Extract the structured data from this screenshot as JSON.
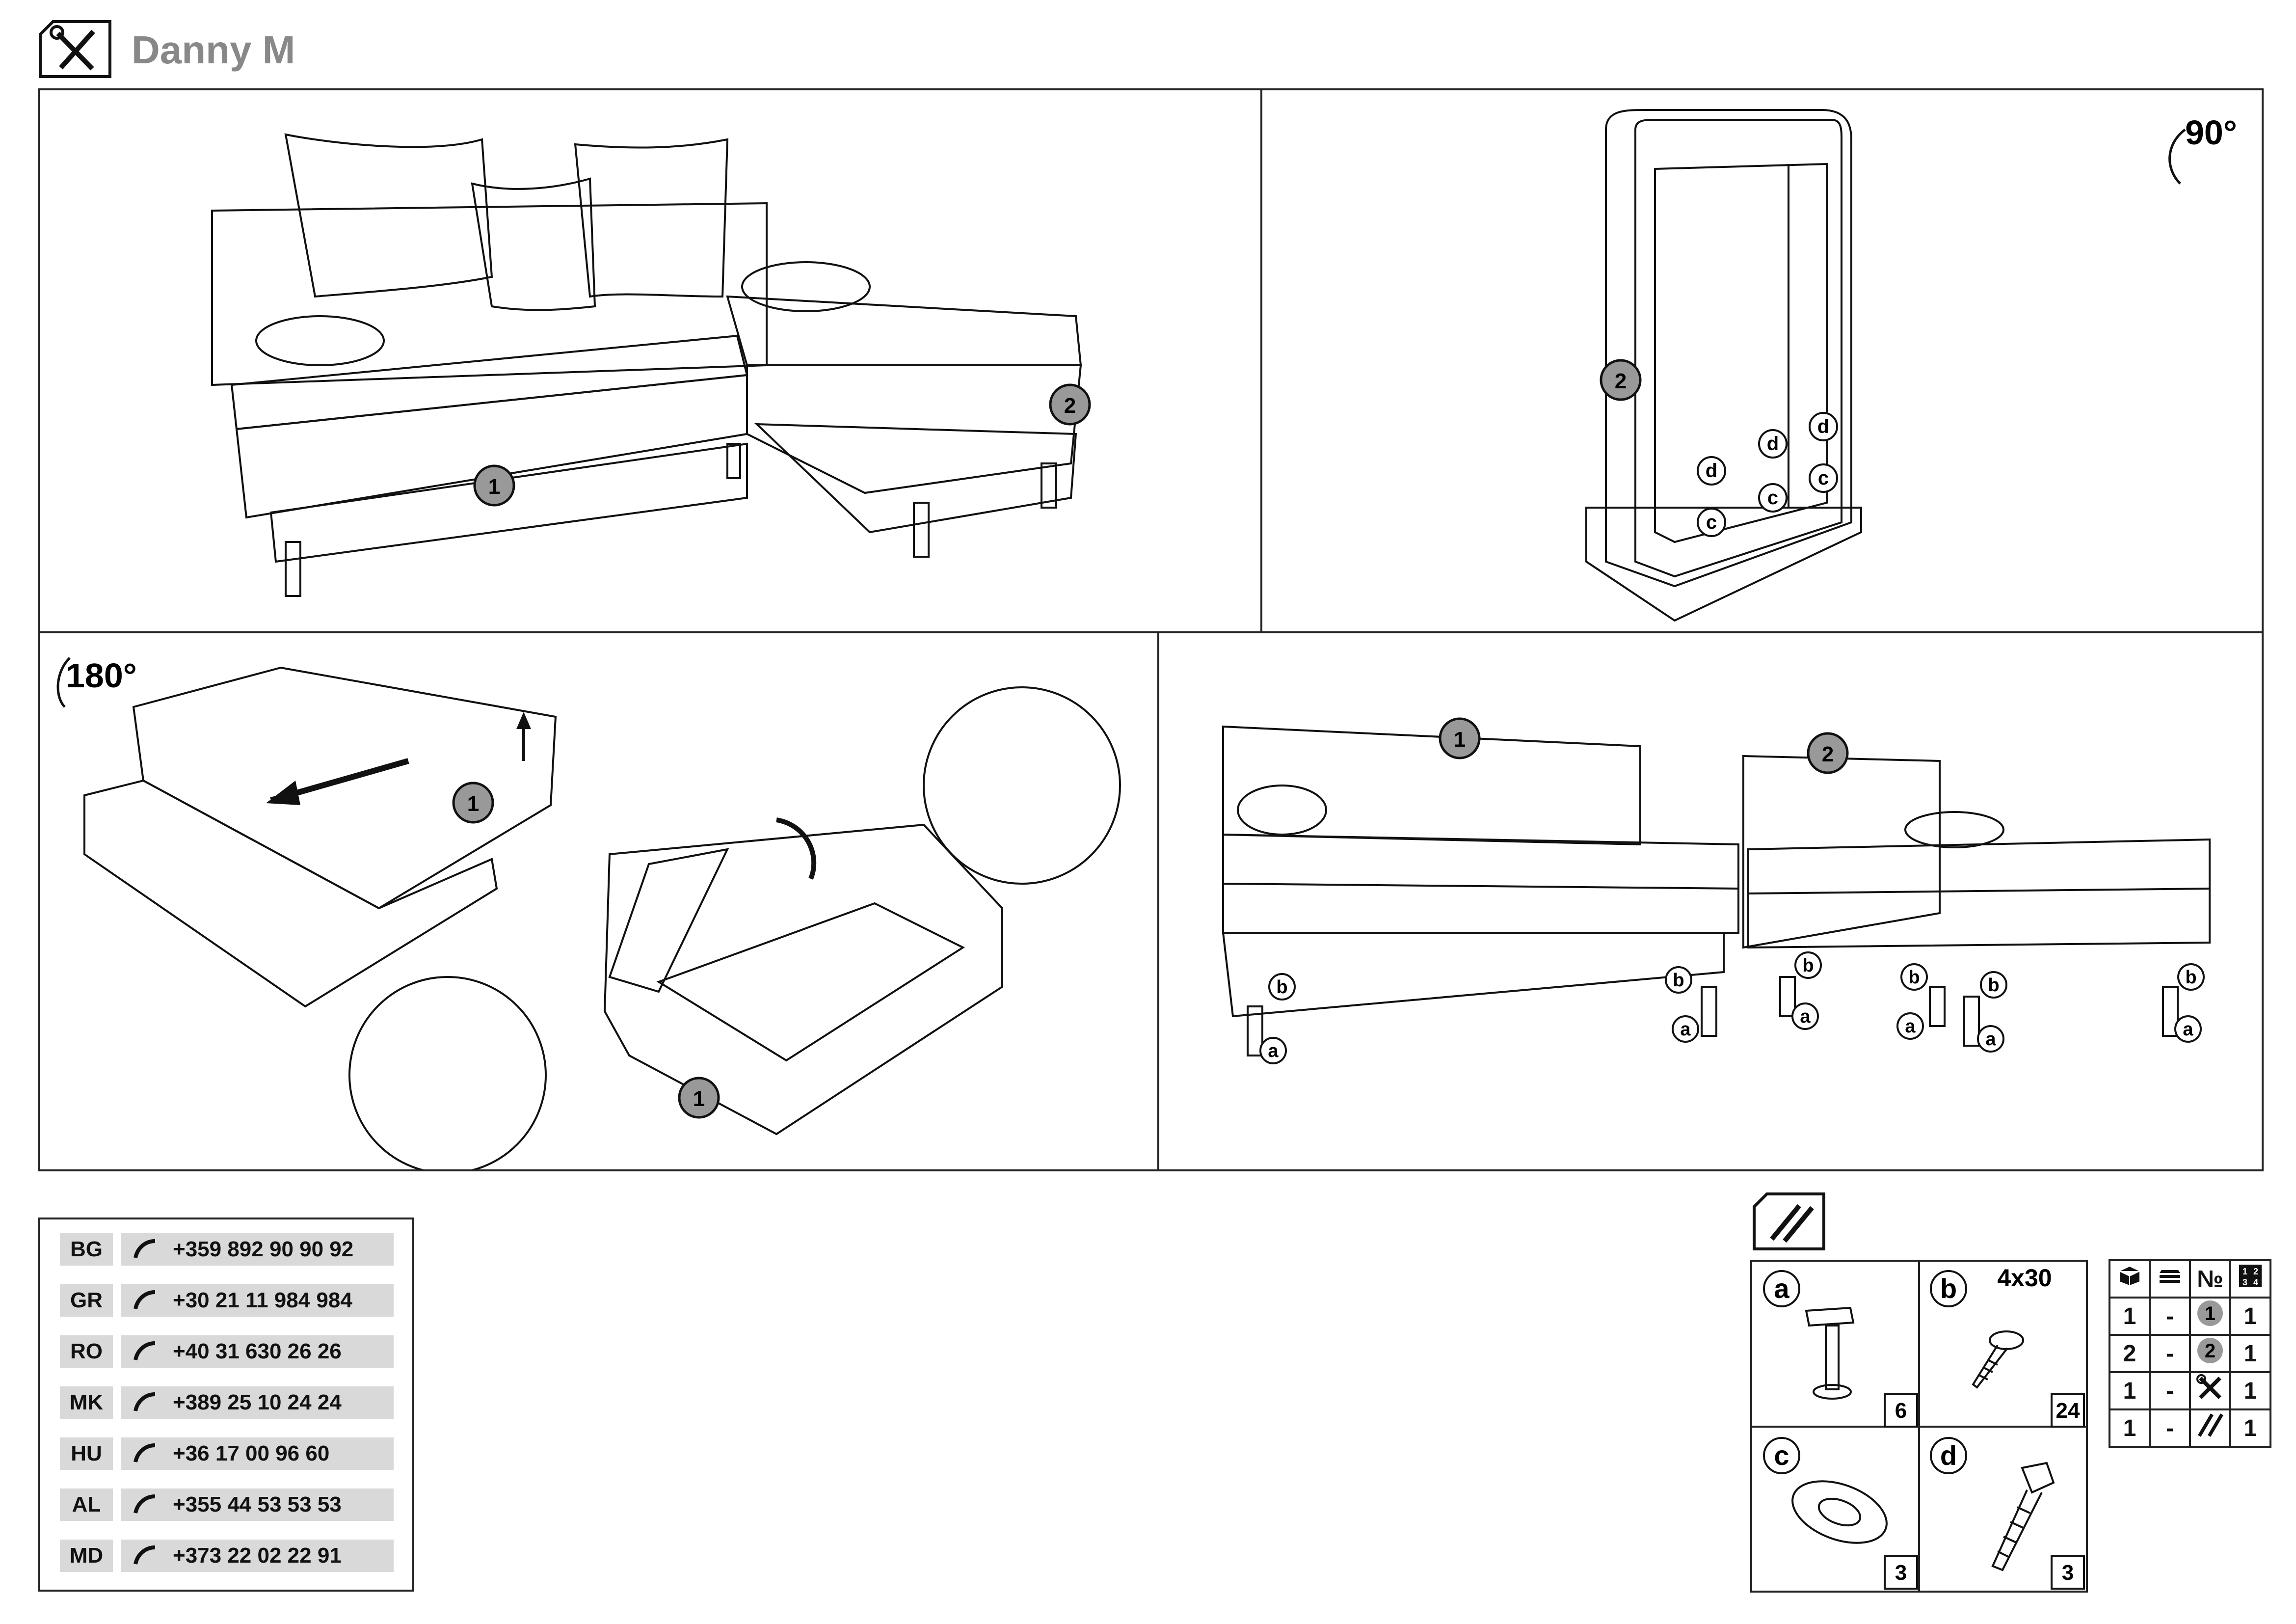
{
  "header": {
    "title": "Danny M",
    "icon": "tools-icon"
  },
  "labels": {
    "part1": "1",
    "part2": "2",
    "rot90": "90°",
    "rot180": "180°",
    "a": "a",
    "b": "b",
    "c": "c",
    "d": "d"
  },
  "contacts": [
    {
      "code": "BG",
      "phone": "+359 892 90 90 92"
    },
    {
      "code": "GR",
      "phone": "+30 21 11 984 984"
    },
    {
      "code": "RO",
      "phone": "+40 31 630 26 26"
    },
    {
      "code": "MK",
      "phone": "+389 25 10 24 24"
    },
    {
      "code": "HU",
      "phone": "+36 17 00 96 60"
    },
    {
      "code": "AL",
      "phone": "+355 44 53 53 53"
    },
    {
      "code": "MD",
      "phone": "+373 22 02 22 91"
    }
  ],
  "hardware": {
    "icon": "hardware-bag-icon",
    "items": [
      {
        "letter": "a",
        "qty": "6",
        "size": ""
      },
      {
        "letter": "b",
        "qty": "24",
        "size": "4x30"
      },
      {
        "letter": "c",
        "qty": "3",
        "size": ""
      },
      {
        "letter": "d",
        "qty": "3",
        "size": ""
      }
    ]
  },
  "packages": {
    "header_icons": [
      "box-icon",
      "stack-icon",
      "number-sign",
      "grid-numbers-icon"
    ],
    "number_sign": "№",
    "rows": [
      {
        "pkg": "1",
        "dash": "-",
        "item": "1",
        "qty": "1"
      },
      {
        "pkg": "2",
        "dash": "-",
        "item": "2",
        "qty": "1"
      },
      {
        "pkg": "1",
        "dash": "-",
        "item": "tools-icon",
        "qty": "1"
      },
      {
        "pkg": "1",
        "dash": "-",
        "item": "hardware-bag-icon",
        "qty": "1"
      }
    ]
  }
}
